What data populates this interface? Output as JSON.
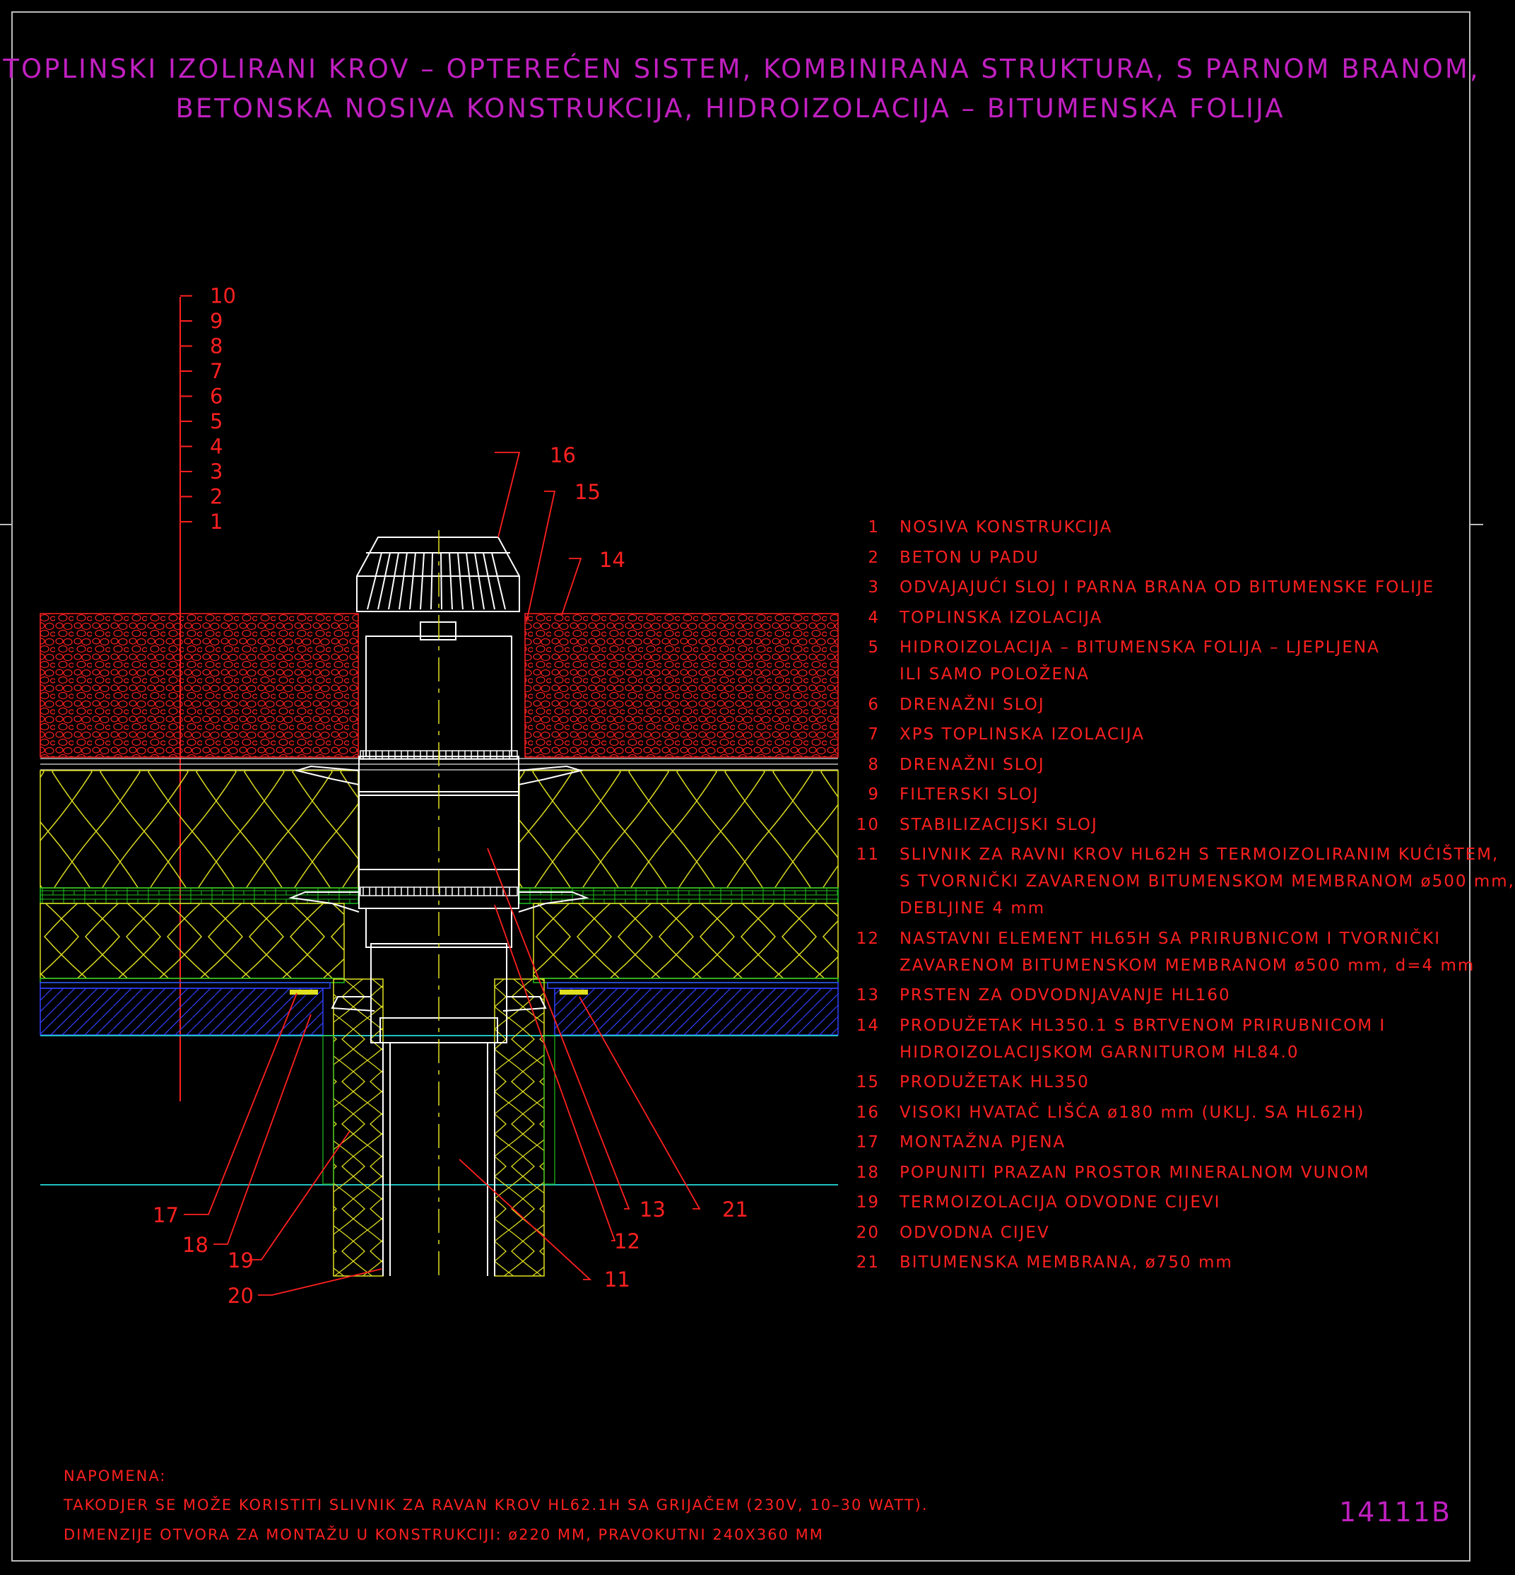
{
  "title": {
    "line1": "TOPLINSKI IZOLIRANI KROV – OPTEREĆEN SISTEM, KOMBINIRANA STRUKTURA, S PARNOM BRANOM,",
    "line2": "BETONSKA NOSIVA KONSTRUKCIJA, HIDROIZOLACIJA – BITUMENSKA FOLIJA"
  },
  "layer_scale": [
    "1",
    "2",
    "3",
    "4",
    "5",
    "6",
    "7",
    "8",
    "9",
    "10"
  ],
  "callouts": {
    "c11": "11",
    "c12": "12",
    "c13": "13",
    "c14": "14",
    "c15": "15",
    "c16": "16",
    "c17": "17",
    "c18": "18",
    "c19": "19",
    "c20": "20",
    "c21": "21"
  },
  "legend": [
    {
      "num": "1",
      "lines": [
        "NOSIVA KONSTRUKCIJA"
      ]
    },
    {
      "num": "2",
      "lines": [
        "BETON U PADU"
      ]
    },
    {
      "num": "3",
      "lines": [
        "ODVAJAJUĆI SLOJ I PARNA BRANA OD BITUMENSKE FOLIJE"
      ]
    },
    {
      "num": "4",
      "lines": [
        "TOPLINSKA IZOLACIJA"
      ]
    },
    {
      "num": "5",
      "lines": [
        "HIDROIZOLACIJA – BITUMENSKA FOLIJA – LJEPLJENA",
        "ILI SAMO POLOŽENA"
      ]
    },
    {
      "num": "6",
      "lines": [
        "DRENAŽNI SLOJ"
      ]
    },
    {
      "num": "7",
      "lines": [
        "XPS TOPLINSKA IZOLACIJA"
      ]
    },
    {
      "num": "8",
      "lines": [
        "DRENAŽNI SLOJ"
      ]
    },
    {
      "num": "9",
      "lines": [
        "FILTERSKI SLOJ"
      ]
    },
    {
      "num": "10",
      "lines": [
        "STABILIZACIJSKI SLOJ"
      ]
    },
    {
      "num": "11",
      "lines": [
        "SLIVNIK ZA RAVNI KROV HL62H S TERMOIZOLIRANIM KUĆIŠTEM,",
        "S TVORNIČKI ZAVARENOM BITUMENSKOM MEMBRANOM ø500 mm,",
        "DEBLJINE 4 mm"
      ]
    },
    {
      "num": "12",
      "lines": [
        "NASTAVNI ELEMENT HL65H SA PRIRUBNICOM I TVORNIČKI",
        "ZAVARENOM BITUMENSKOM MEMBRANOM ø500 mm, d=4 mm"
      ]
    },
    {
      "num": "13",
      "lines": [
        "PRSTEN ZA ODVODNJAVANJE HL160"
      ]
    },
    {
      "num": "14",
      "lines": [
        "PRODUŽETAK HL350.1 S BRTVENOM PRIRUBNICOM I",
        "HIDROIZOLACIJSKOM GARNITUROM HL84.0"
      ]
    },
    {
      "num": "15",
      "lines": [
        "PRODUŽETAK HL350"
      ]
    },
    {
      "num": "16",
      "lines": [
        "VISOKI HVATAČ LIŠĆA ø180 mm (UKLJ. SA HL62H)"
      ]
    },
    {
      "num": "17",
      "lines": [
        "MONTAŽNA PJENA"
      ]
    },
    {
      "num": "18",
      "lines": [
        "POPUNITI PRAZAN PROSTOR MINERALNOM VUNOM"
      ]
    },
    {
      "num": "19",
      "lines": [
        "TERMOIZOLACIJA ODVODNE CIJEVI"
      ]
    },
    {
      "num": "20",
      "lines": [
        "ODVODNA CIJEV"
      ]
    },
    {
      "num": "21",
      "lines": [
        "BITUMENSKA MEMBRANA, ø750 mm"
      ]
    }
  ],
  "notes": {
    "heading": "NAPOMENA:",
    "line1": "TAKODJER SE MOŽE KORISTITI SLIVNIK ZA RAVAN KROV HL62.1H SA GRIJAČEM (230V, 10–30 WATT).",
    "line2": "DIMENZIJE OTVORA ZA MONTAŽU U KONSTRUKCIJI: ø220 MM, PRAVOKUTNI 240X360 MM"
  },
  "drawing_number": "14111B",
  "colors": {
    "background": "#000000",
    "title": "#c020c0",
    "text": "#ff2020",
    "gravel": "#ff2020",
    "insulation": "#e0e020",
    "drainage": "#20c020",
    "concrete": "#3040ff",
    "structure": "#20c0c0",
    "drain": "#ffffff",
    "axis": "#e0e020"
  }
}
